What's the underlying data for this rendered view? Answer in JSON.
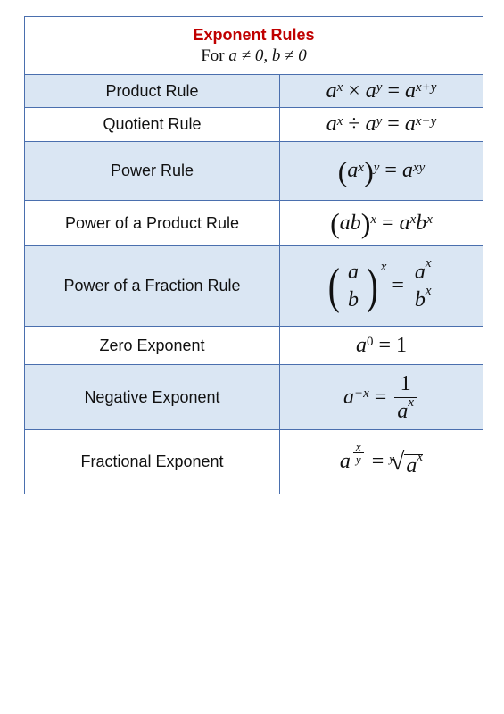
{
  "title": "Exponent Rules",
  "condition": {
    "prefix": "For",
    "text": "a ≠ 0, b ≠ 0"
  },
  "rules": [
    {
      "name": "Product Rule",
      "formula": "a^x × a^y = a^(x+y)"
    },
    {
      "name": "Quotient Rule",
      "formula": "a^x ÷ a^y = a^(x−y)"
    },
    {
      "name": "Power Rule",
      "formula": "(a^x)^y = a^(xy)"
    },
    {
      "name": "Power of a Product Rule",
      "formula": "(ab)^x = a^x b^x"
    },
    {
      "name": "Power of a Fraction Rule",
      "formula": "(a/b)^x = a^x / b^x"
    },
    {
      "name": "Zero Exponent",
      "formula": "a^0 = 1"
    },
    {
      "name": "Negative Exponent",
      "formula": "a^(−x) = 1 / a^x"
    },
    {
      "name": "Fractional Exponent",
      "formula": "a^(x/y) = y√(a^x)"
    }
  ],
  "colors": {
    "title": "#c00000",
    "shade": "#dae6f3",
    "border": "#4a6fae"
  }
}
